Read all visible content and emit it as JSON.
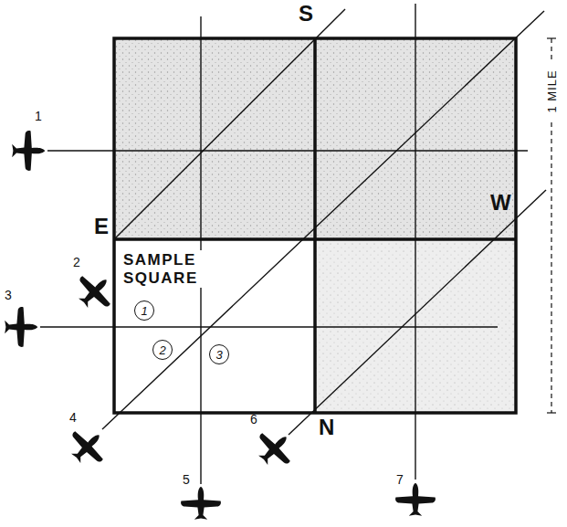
{
  "diagram": {
    "nodes": [
      {
        "text": [
          "SAMPLE SQUARE"
        ]
      },
      {
        "text": [
          "1"
        ],
        "in": 0
      },
      {
        "text": [
          "2"
        ],
        "in": 0
      },
      {
        "text": [
          "3"
        ],
        "in": 0
      }
    ],
    "labels": [
      "S",
      "E",
      "W",
      "N",
      "1",
      "2",
      "3",
      "4",
      "5",
      "6",
      "7",
      "1 MILE"
    ]
  }
}
